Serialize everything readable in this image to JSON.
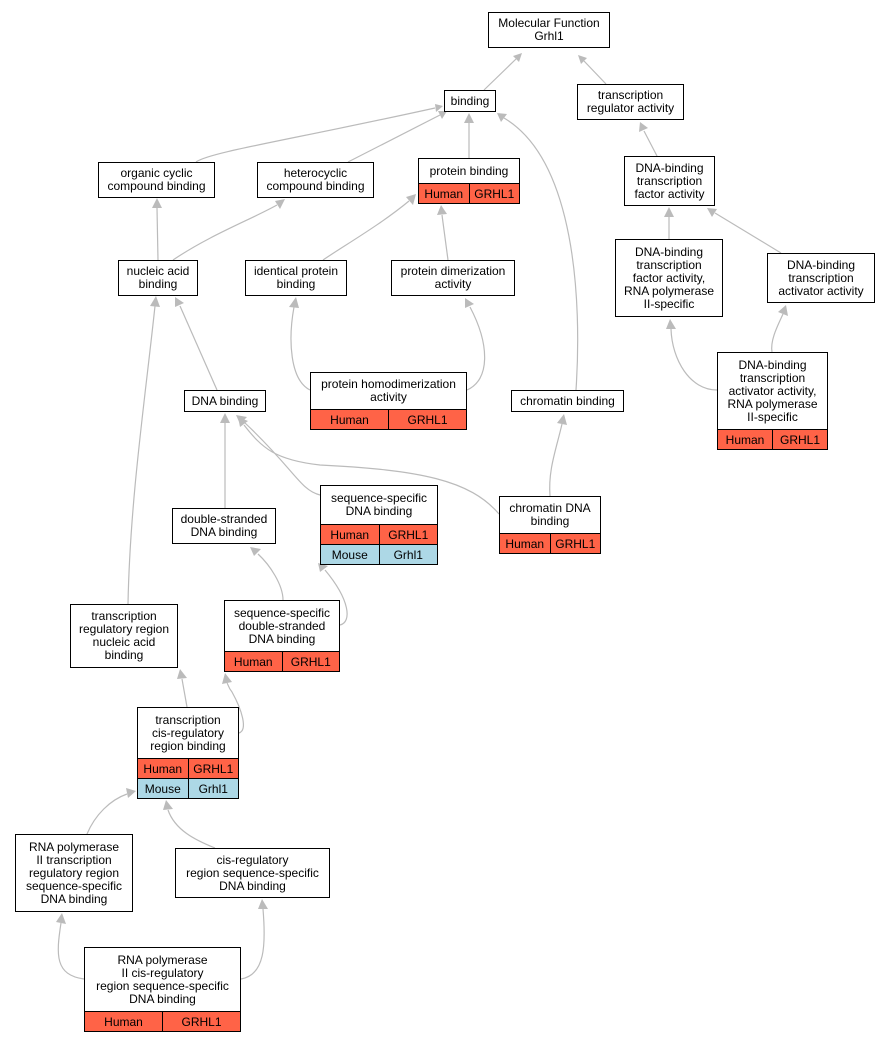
{
  "colors": {
    "human": "#ff6347",
    "mouse": "#add8e6",
    "edge": "#bbbbbb",
    "border": "#000000"
  },
  "nodes": {
    "mf": {
      "lines": [
        "Molecular Function",
        "Grhl1"
      ],
      "rows": []
    },
    "binding": {
      "lines": [
        "binding"
      ],
      "rows": []
    },
    "tra": {
      "lines": [
        "transcription",
        "regulator activity"
      ],
      "rows": []
    },
    "occb": {
      "lines": [
        "organic cyclic",
        "compound binding"
      ],
      "rows": []
    },
    "hcb": {
      "lines": [
        "heterocyclic",
        "compound binding"
      ],
      "rows": []
    },
    "pb": {
      "lines": [
        "protein binding"
      ],
      "rows": [
        {
          "species": "Human",
          "gene": "GRHL1",
          "kind": "human"
        }
      ]
    },
    "dbtfa": {
      "lines": [
        "DNA-binding",
        "transcription",
        "factor activity"
      ],
      "rows": []
    },
    "nab": {
      "lines": [
        "nucleic acid",
        "binding"
      ],
      "rows": []
    },
    "ipb": {
      "lines": [
        "identical protein",
        "binding"
      ],
      "rows": []
    },
    "pda": {
      "lines": [
        "protein dimerization",
        "activity"
      ],
      "rows": []
    },
    "dbtfa2": {
      "lines": [
        "DNA-binding",
        "transcription",
        "factor activity,",
        "RNA polymerase",
        "II-specific"
      ],
      "rows": []
    },
    "dbtaa": {
      "lines": [
        "DNA-binding",
        "transcription",
        "activator activity"
      ],
      "rows": []
    },
    "phda": {
      "lines": [
        "protein homodimerization",
        "activity"
      ],
      "rows": [
        {
          "species": "Human",
          "gene": "GRHL1",
          "kind": "human"
        }
      ]
    },
    "dnab": {
      "lines": [
        "DNA binding"
      ],
      "rows": []
    },
    "cb": {
      "lines": [
        "chromatin binding"
      ],
      "rows": []
    },
    "dbtaa2": {
      "lines": [
        "DNA-binding",
        "transcription",
        "activator activity,",
        "RNA polymerase",
        "II-specific"
      ],
      "rows": [
        {
          "species": "Human",
          "gene": "GRHL1",
          "kind": "human"
        }
      ]
    },
    "ssdb": {
      "lines": [
        "sequence-specific",
        "DNA binding"
      ],
      "rows": [
        {
          "species": "Human",
          "gene": "GRHL1",
          "kind": "human"
        },
        {
          "species": "Mouse",
          "gene": "Grhl1",
          "kind": "mouse"
        }
      ]
    },
    "dsdb": {
      "lines": [
        "double-stranded",
        "DNA binding"
      ],
      "rows": []
    },
    "cdb": {
      "lines": [
        "chromatin DNA",
        "binding"
      ],
      "rows": [
        {
          "species": "Human",
          "gene": "GRHL1",
          "kind": "human"
        }
      ]
    },
    "ssdsdb": {
      "lines": [
        "sequence-specific",
        "double-stranded",
        "DNA binding"
      ],
      "rows": [
        {
          "species": "Human",
          "gene": "GRHL1",
          "kind": "human"
        }
      ]
    },
    "trrnab": {
      "lines": [
        "transcription",
        "regulatory region",
        "nucleic acid",
        "binding"
      ],
      "rows": []
    },
    "tcrrb": {
      "lines": [
        "transcription",
        "cis-regulatory",
        "region binding"
      ],
      "rows": [
        {
          "species": "Human",
          "gene": "GRHL1",
          "kind": "human"
        },
        {
          "species": "Mouse",
          "gene": "Grhl1",
          "kind": "mouse"
        }
      ]
    },
    "rnap2": {
      "lines": [
        "RNA polymerase",
        "II transcription",
        "regulatory region",
        "sequence-specific",
        "DNA binding"
      ],
      "rows": []
    },
    "crrssdb": {
      "lines": [
        "cis-regulatory",
        "region sequence-specific",
        "DNA binding"
      ],
      "rows": []
    },
    "rnap2cis": {
      "lines": [
        "RNA polymerase",
        "II cis-regulatory",
        "region sequence-specific",
        "DNA binding"
      ],
      "rows": [
        {
          "species": "Human",
          "gene": "GRHL1",
          "kind": "human"
        }
      ]
    }
  }
}
